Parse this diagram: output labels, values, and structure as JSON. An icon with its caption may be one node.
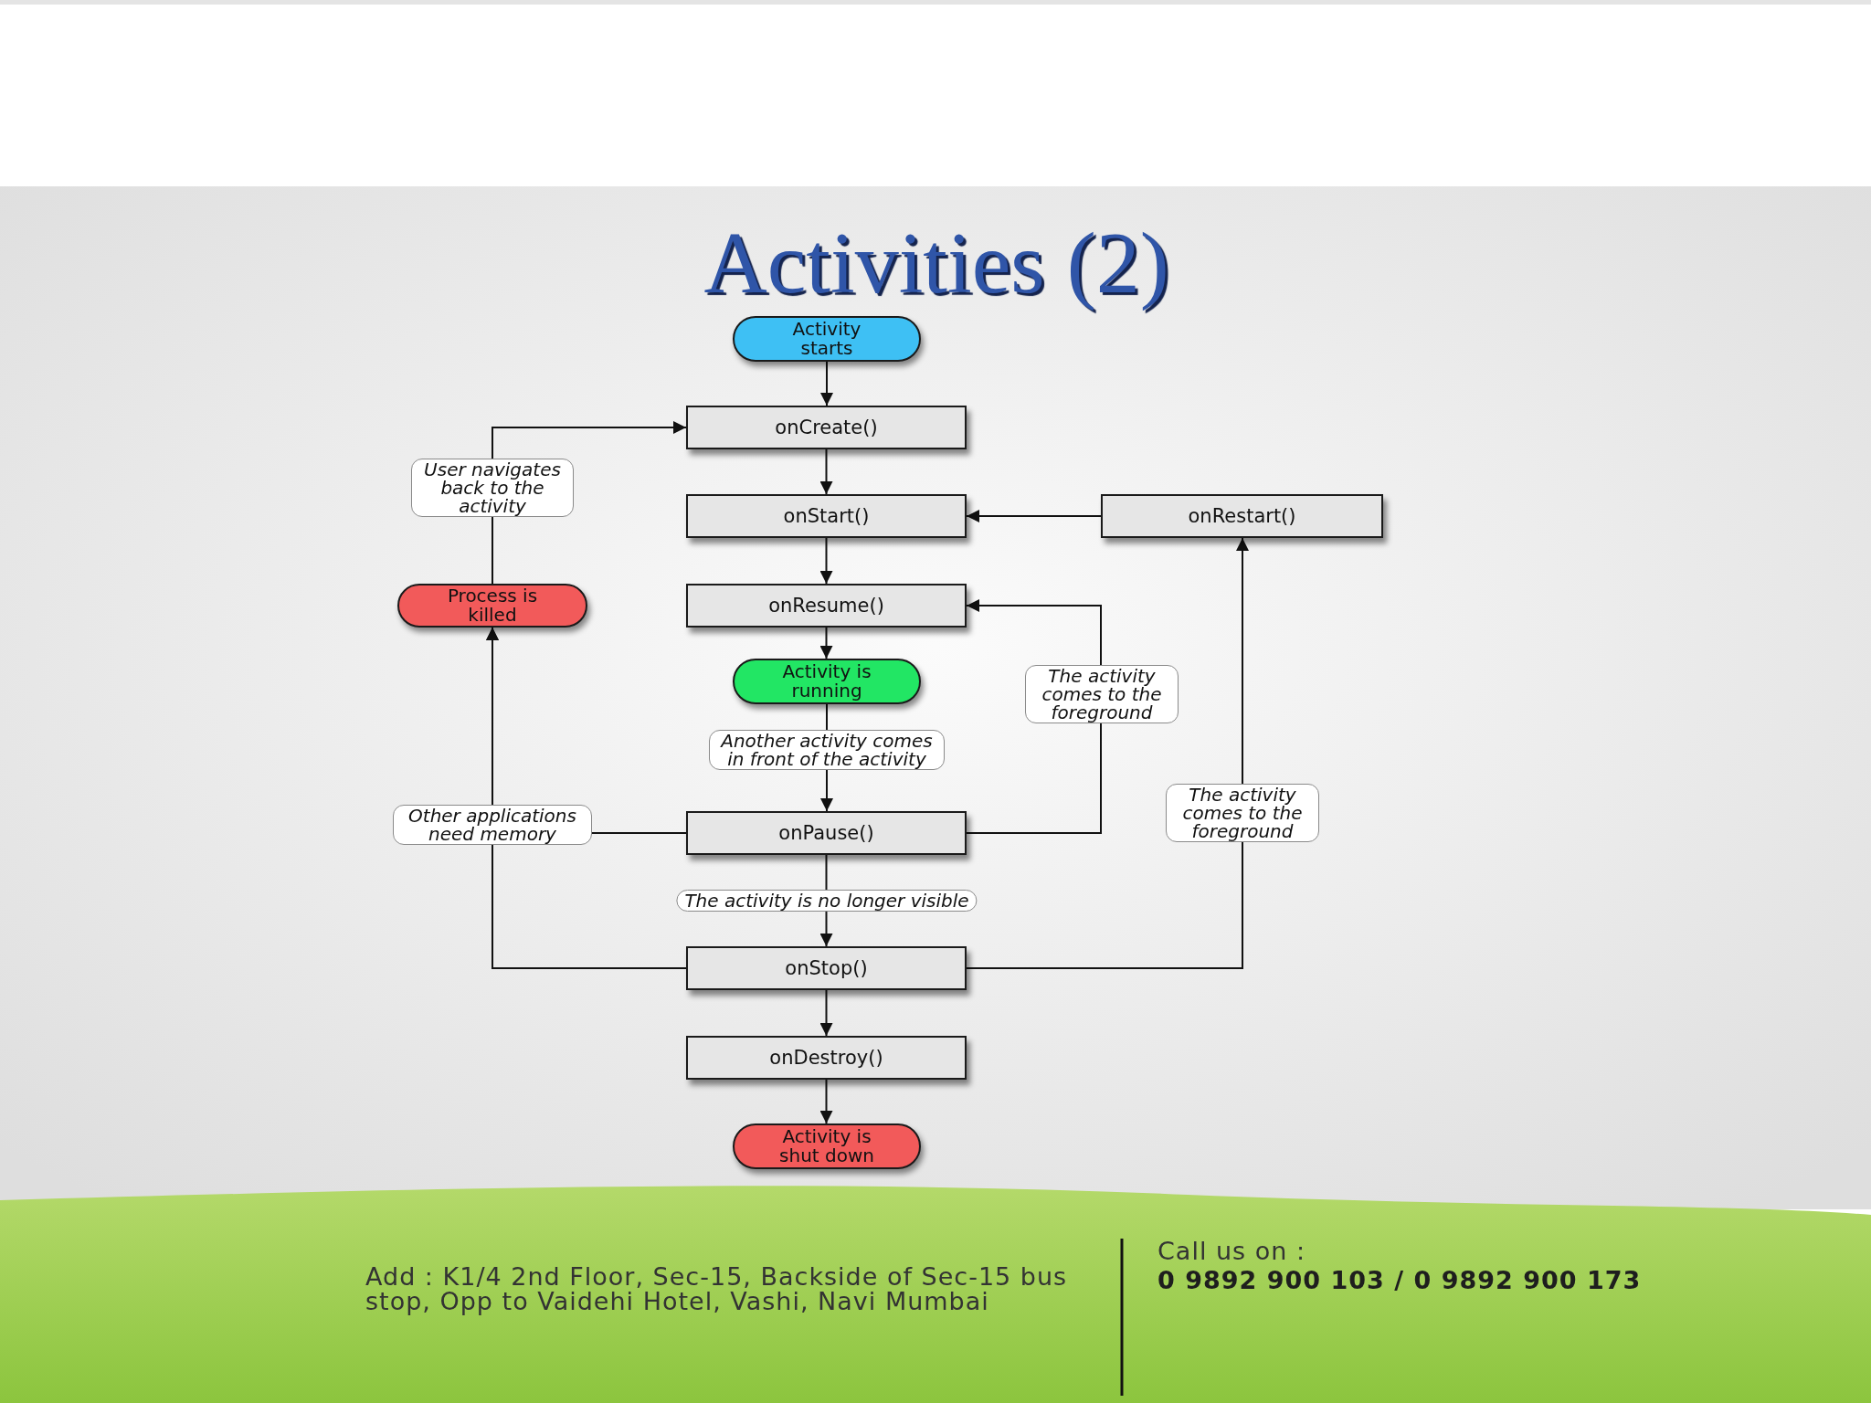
{
  "diagram": {
    "title": "Activities (2)",
    "nodes": [
      {
        "text": [
          "Activity starts"
        ]
      },
      {
        "text": [
          "onCreate()"
        ]
      },
      {
        "text": [
          "onStart()"
        ]
      },
      {
        "text": [
          "onRestart()"
        ]
      },
      {
        "text": [
          "Process is killed"
        ]
      },
      {
        "text": [
          "onResume()"
        ]
      },
      {
        "text": [
          "Activity is running"
        ]
      },
      {
        "text": [
          "onPause()"
        ]
      },
      {
        "text": [
          "onStop()"
        ]
      },
      {
        "text": [
          "onDestroy()"
        ]
      },
      {
        "text": [
          "Activity is shut down"
        ]
      }
    ],
    "edges": [
      {
        "from": 0,
        "to": 1,
        "arrow": "to"
      },
      {
        "from": 1,
        "to": 2,
        "arrow": "to"
      },
      {
        "from": 2,
        "to": 5,
        "arrow": "to"
      },
      {
        "from": 5,
        "to": 6,
        "arrow": "to"
      },
      {
        "from": 6,
        "to": 7,
        "arrow": "to",
        "label": "Another activity comes in front of the activity"
      },
      {
        "from": 7,
        "to": 8,
        "arrow": "to",
        "label": "The activity is no longer visible"
      },
      {
        "from": 8,
        "to": 9,
        "arrow": "to"
      },
      {
        "from": 9,
        "to": 10,
        "arrow": "to"
      },
      {
        "from": 7,
        "to": 5,
        "arrow": "to",
        "label": "The activity comes to the foreground"
      },
      {
        "from": 8,
        "to": 3,
        "arrow": "to",
        "label": "The activity comes to the foreground"
      },
      {
        "from": 3,
        "to": 2,
        "arrow": "to"
      },
      {
        "from": 7,
        "to": 4,
        "arrow": "to",
        "label": "Other applications need memory"
      },
      {
        "from": 8,
        "to": 4,
        "arrow": "to"
      },
      {
        "from": 4,
        "to": 1,
        "arrow": "to",
        "label": "User navigates back to the activity"
      }
    ],
    "labels": [
      "Add : K1/4 2nd Floor, Sec-15, Backside of Sec-15 bus stop, Opp to Vaidehi Hotel, Vashi, Navi Mumbai",
      "Call us on :",
      "0 9892 900 103 / 0 9892 900 173"
    ]
  }
}
